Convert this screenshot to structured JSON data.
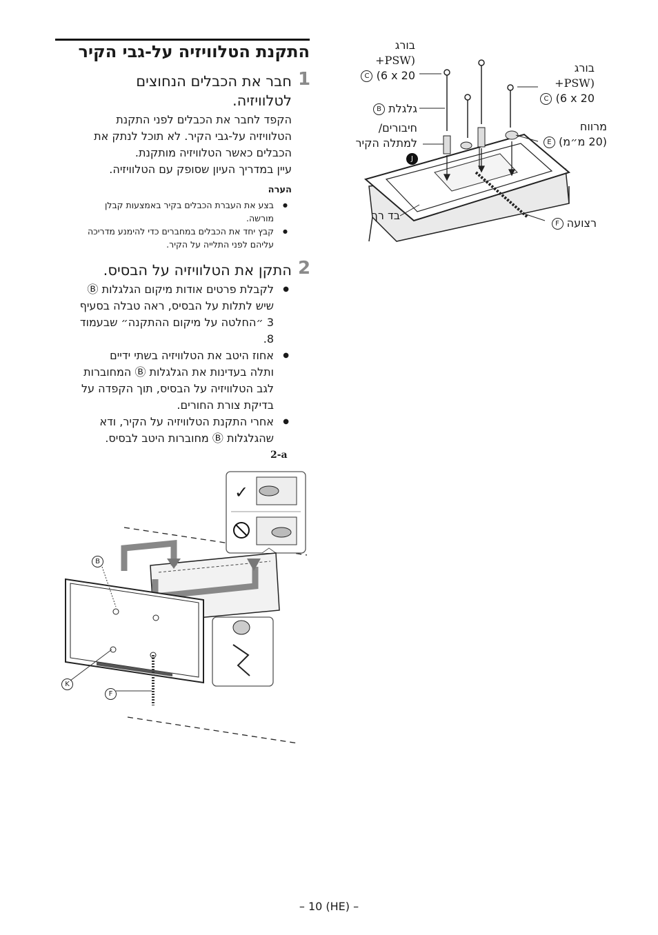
{
  "title": "התקנת הטלוויזיה על-גבי הקיר",
  "steps": [
    {
      "num": "1",
      "title_line1": "חבר את הכבלים הנחוצים",
      "title_line2": "לטלוויזיה.",
      "body": [
        "הקפד לחבר את הכבלים לפני התקנת",
        "הטלוויזיה על-גבי הקיר. לא תוכל לנתק את",
        "הכבלים כאשר הטלוויזיה מותקנת.",
        "עיין במדריך העיון שסופק עם הטלוויזיה."
      ],
      "note_head": "הערה",
      "notes": [
        {
          "line1": "בצע את העברת הכבלים בקיר באמצעות קבלן",
          "line2": "מורשה."
        },
        {
          "line1": "קבץ יחד את הכבלים במחברים כדי להימנע מדריכה",
          "line2": "עליהם לפני התלייה על הקיר."
        }
      ]
    },
    {
      "num": "2",
      "title": "התקן את הטלוויזיה על הבסיס.",
      "bullets": [
        {
          "lines": [
            "לקבלת פרטים אודות מיקום הגלגלות Ⓑ",
            "שיש לתלות על הבסיס, ראה טבלה בסעיף",
            "3 ״החלטה על מיקום ההתקנה״ שבעמוד",
            "8."
          ]
        },
        {
          "lines": [
            "אחוז היטב את הטלוויזיה בשתי ידיים",
            "ותלה בעדינות את הגלגלות Ⓑ המחוברות",
            "לגב הטלוויזיה על הבסיס, תוך הקפדה על",
            "בדיקת צורת החורים."
          ]
        },
        {
          "lines": [
            "אחרי התקנת הטלוויזיה על הקיר, ודא",
            "שהגלגלות Ⓑ מחוברות היטב לבסיס."
          ]
        }
      ]
    }
  ],
  "figure_top": {
    "screw_left": {
      "line1": "בורג",
      "line2": "+PSW)",
      "line3": "(6 x 20",
      "badge": "C"
    },
    "screw_right": {
      "line1": "בורג",
      "line2": "+PSW)",
      "line3": "(6 x 20",
      "badge": "C"
    },
    "pulley": {
      "text": "גלגלת",
      "badge": "B"
    },
    "spacer": {
      "text": "מרווח",
      "line2": "(20 מ״מ)",
      "badge": "E"
    },
    "connector": {
      "line1": "חיבורים/",
      "line2": "למתלה הקיר",
      "badge": "J"
    },
    "soft_cloth": {
      "text": "בד רך"
    },
    "strap": {
      "text": "רצועה",
      "badge": "F"
    }
  },
  "figure_bottom": {
    "label": "2-a",
    "check": "✓",
    "prohibit": "⃠",
    "badges": [
      "B",
      "K",
      "F"
    ]
  },
  "footer": "– 10 (HE) –"
}
